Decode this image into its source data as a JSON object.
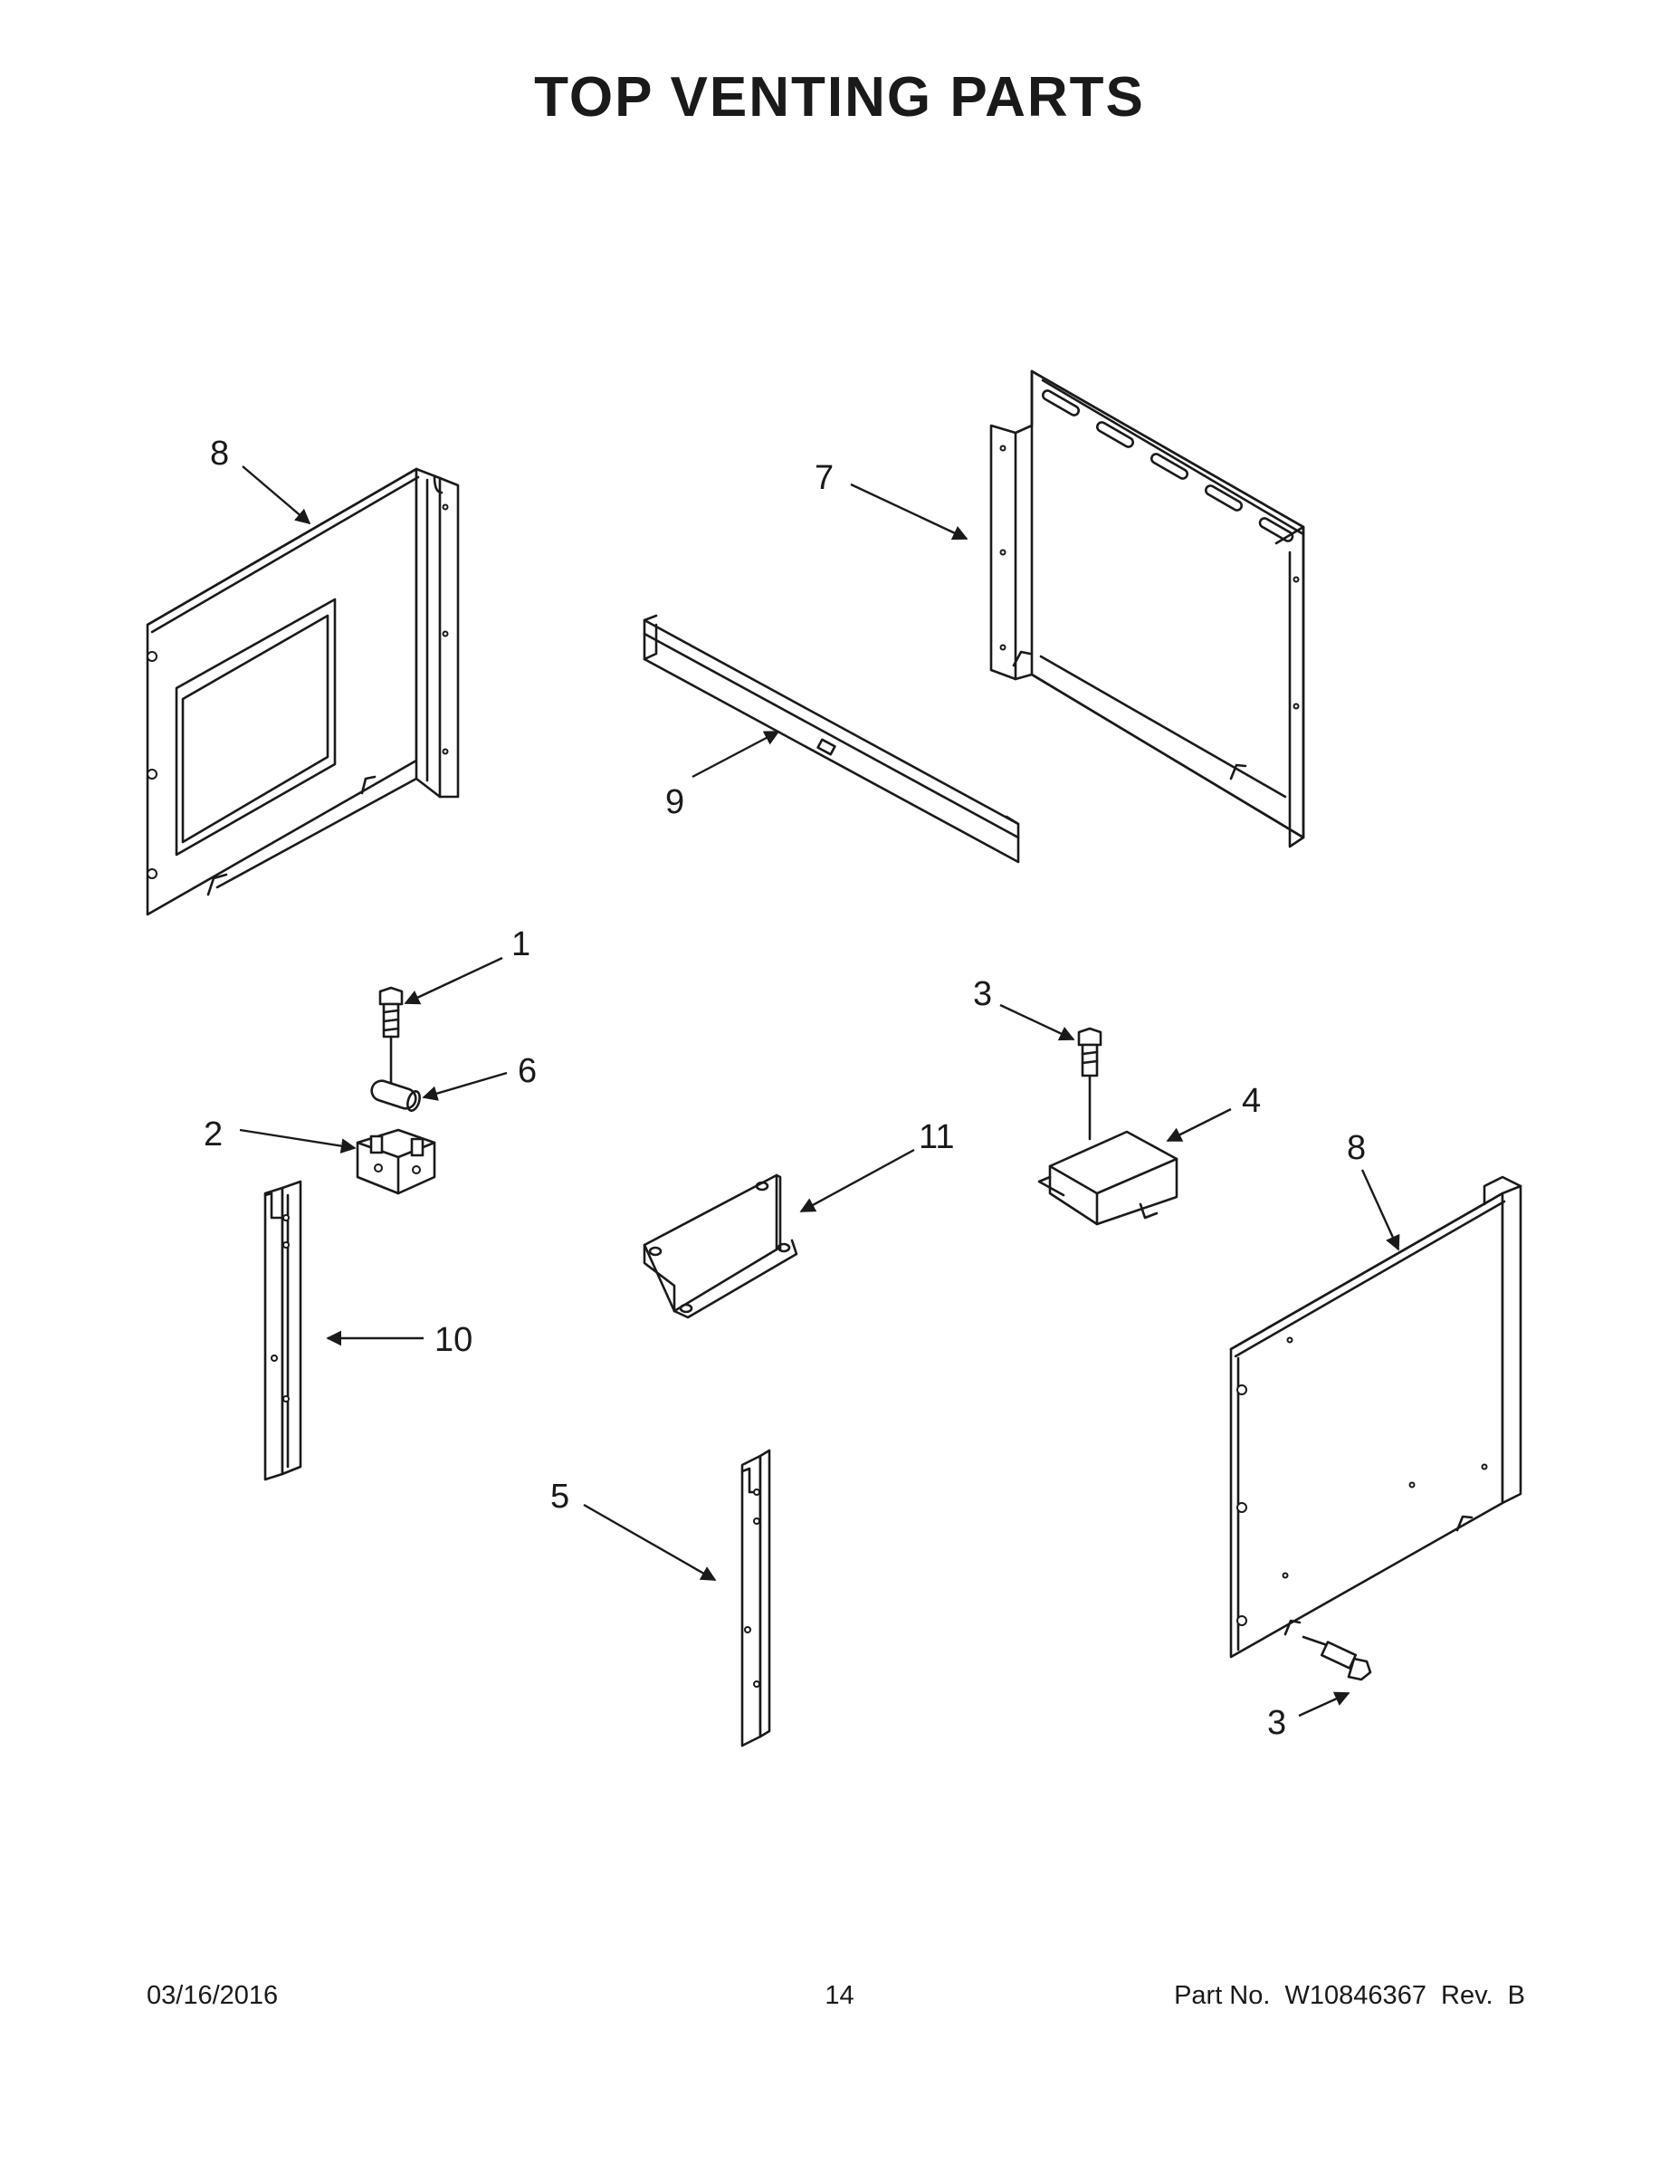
{
  "title": "TOP VENTING PARTS",
  "callouts": [
    {
      "id": "callout-8-left",
      "label": "8"
    },
    {
      "id": "callout-7",
      "label": "7"
    },
    {
      "id": "callout-9",
      "label": "9"
    },
    {
      "id": "callout-1",
      "label": "1"
    },
    {
      "id": "callout-3-upper",
      "label": "3"
    },
    {
      "id": "callout-6",
      "label": "6"
    },
    {
      "id": "callout-4",
      "label": "4"
    },
    {
      "id": "callout-2",
      "label": "2"
    },
    {
      "id": "callout-11",
      "label": "11"
    },
    {
      "id": "callout-8-right",
      "label": "8"
    },
    {
      "id": "callout-10",
      "label": "10"
    },
    {
      "id": "callout-5",
      "label": "5"
    },
    {
      "id": "callout-3-lower",
      "label": "3"
    }
  ],
  "footer": {
    "date": "03/16/2016",
    "page": "14",
    "part_number": "Part No.  W10846367  Rev.  B"
  }
}
